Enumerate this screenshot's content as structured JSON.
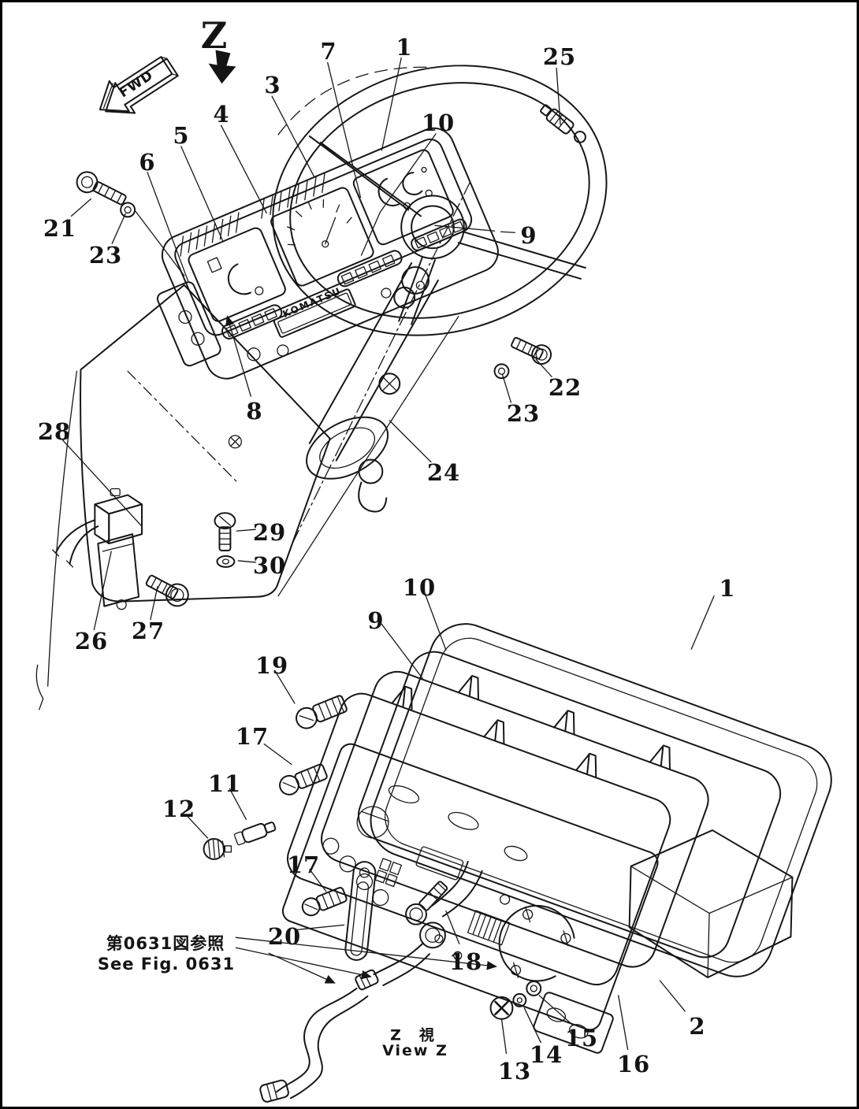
{
  "drawing": {
    "view_direction_label": "Z",
    "fwd_plate_label": "FWD",
    "nameplate_label": "KOMATSU",
    "reference_note": {
      "jp": "第0631図参照",
      "en": "See Fig. 0631"
    },
    "view_caption": {
      "jp": "Z　視",
      "en": "View Z"
    },
    "callouts": {
      "c1_top": "1",
      "c1_bottom": "1",
      "c2": "2",
      "c3": "3",
      "c4": "4",
      "c5": "5",
      "c6": "6",
      "c7": "7",
      "c8": "8",
      "c9_top": "9",
      "c9_bottom": "9",
      "c10_top": "10",
      "c10_bottom": "10",
      "c11": "11",
      "c12": "12",
      "c13": "13",
      "c14": "14",
      "c15": "15",
      "c16": "16",
      "c17_a": "17",
      "c17_b": "17",
      "c18": "18",
      "c19": "19",
      "c20": "20",
      "c21": "21",
      "c22": "22",
      "c23_a": "23",
      "c23_b": "23",
      "c24": "24",
      "c25": "25",
      "c26": "26",
      "c27": "27",
      "c28": "28",
      "c29": "29",
      "c30": "30"
    }
  }
}
